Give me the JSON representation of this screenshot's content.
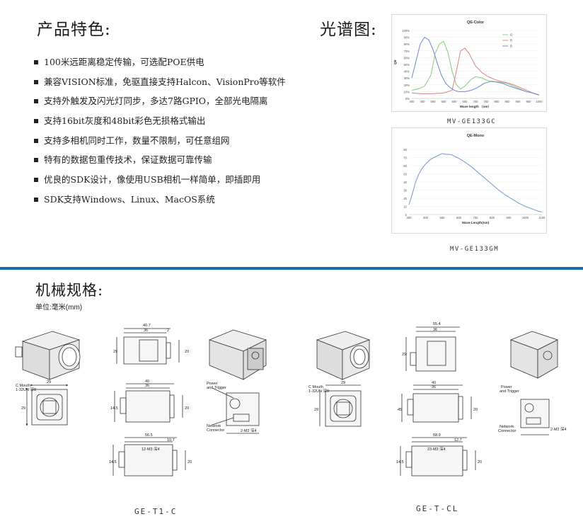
{
  "features_title": "产品特色:",
  "features": [
    "100米远距离稳定传输，可选配POE供电",
    "兼容VISION标准，免驱直接支持Halcon、VisionPro等软件",
    "支持外触发及闪光灯同步，多达7路GPIO，全部光电隔离",
    "支持16bit灰度和48bit彩色无损格式输出",
    "支持多相机同时工作，数量不限制，可任意组网",
    "特有的数据包重传技术，保证数据可靠传输",
    "优良的SDK设计，像使用USB相机一样简单，即插即用",
    "SDK支持Windows、Linux、MacOS系统"
  ],
  "spectrum_title": "光谱图:",
  "charts": [
    {
      "caption": "MV-GE133GC",
      "chart_data": {
        "type": "line",
        "title": "QE-Color",
        "xlabel": "Wave length （nm）",
        "ylabel": "QE",
        "xlim": [
          400,
          1000
        ],
        "ylim": [
          0,
          100
        ],
        "x_ticks": [
          "400",
          "450",
          "500",
          "550",
          "600",
          "650",
          "700",
          "750",
          "800",
          "850",
          "900",
          "950",
          "1000"
        ],
        "y_ticks": [
          "0%",
          "10%",
          "20%",
          "30%",
          "40%",
          "50%",
          "60%",
          "70%",
          "80%",
          "90%",
          "100%"
        ],
        "legend_position": "top-right",
        "series": [
          {
            "name": "G",
            "color": "#8fcf8a",
            "x": [
              400,
              430,
              460,
              490,
              510,
              530,
              550,
              570,
              590,
              610,
              630,
              650,
              680,
              700,
              730,
              760,
              790,
              820,
              850,
              880,
              910,
              940,
              970,
              1000
            ],
            "y": [
              12,
              14,
              18,
              34,
              66,
              80,
              84,
              68,
              40,
              20,
              14,
              18,
              28,
              32,
              30,
              26,
              25,
              24,
              22,
              18,
              14,
              10,
              8,
              5
            ]
          },
          {
            "name": "R",
            "color": "#e58a8a",
            "x": [
              400,
              450,
              500,
              550,
              590,
              610,
              630,
              650,
              670,
              700,
              730,
              760,
              790,
              820,
              850,
              880,
              910,
              940,
              970,
              1000
            ],
            "y": [
              8,
              7,
              7,
              8,
              12,
              40,
              70,
              74,
              66,
              48,
              38,
              32,
              28,
              25,
              23,
              20,
              16,
              12,
              8,
              5
            ]
          },
          {
            "name": "B",
            "color": "#7b8fd6",
            "x": [
              400,
              420,
              440,
              460,
              480,
              500,
              520,
              540,
              560,
              580,
              600,
              620,
              650,
              680,
              710,
              740,
              770,
              800,
              830,
              860,
              900,
              940,
              970,
              1000
            ],
            "y": [
              30,
              55,
              80,
              90,
              86,
              72,
              52,
              34,
              22,
              16,
              12,
              10,
              10,
              12,
              16,
              22,
              25,
              24,
              22,
              18,
              14,
              10,
              8,
              5
            ]
          }
        ]
      }
    },
    {
      "caption": "MV-GE133GM",
      "chart_data": {
        "type": "line",
        "title": "QE-Mono",
        "xlabel": "Wave Length(nm)",
        "ylabel": "",
        "xlim": [
          300,
          1100
        ],
        "ylim": [
          0,
          80
        ],
        "x_ticks": [
          "300",
          "400",
          "500",
          "600",
          "700",
          "800",
          "900",
          "1000",
          "1100"
        ],
        "y_ticks": [
          "0",
          "10",
          "20",
          "30",
          "40",
          "50",
          "60",
          "70",
          "80"
        ],
        "series": [
          {
            "name": "",
            "color": "#7e9fd3",
            "x": [
              300,
              320,
              340,
              360,
              380,
              400,
              420,
              440,
              460,
              480,
              500,
              520,
              540,
              560,
              580,
              600,
              640,
              680,
              720,
              760,
              800,
              840,
              880,
              920,
              960,
              1000,
              1040,
              1080,
              1100
            ],
            "y": [
              12,
              25,
              40,
              50,
              57,
              62,
              66,
              69,
              71,
              73,
              75,
              74,
              74,
              73,
              71,
              69,
              64,
              58,
              51,
              44,
              37,
              30,
              24,
              19,
              14,
              10,
              7,
              4,
              3
            ]
          }
        ]
      }
    }
  ],
  "mech_title": "机械规格:",
  "unit_label": "单位:毫米(mm)",
  "model_left": "GE-T1-C",
  "model_right": "GE-T-CL",
  "drawing_labels": {
    "c_mouth": "C Mouth",
    "c_mouth_spec": "1-32UN 深8",
    "power_trigger_1": "Power",
    "power_trigger_2": "and Trigger",
    "network_1": "Network",
    "network_2": "Connector",
    "screw": "2-M2 深4",
    "screw2": "12-M3 深4",
    "screw3": "23-M3 深4",
    "dims": {
      "d29": "29",
      "d40": "40",
      "d36": "36",
      "d2": "2",
      "d20": "20",
      "d29v": "29",
      "d40_7": "40.7",
      "d55_4": "55.4",
      "d56_5": "56.5",
      "d58_9": "58.9",
      "d10_7": "10.7",
      "d12_7": "12.7",
      "d14_5": "14.5",
      "d45": "45"
    }
  }
}
